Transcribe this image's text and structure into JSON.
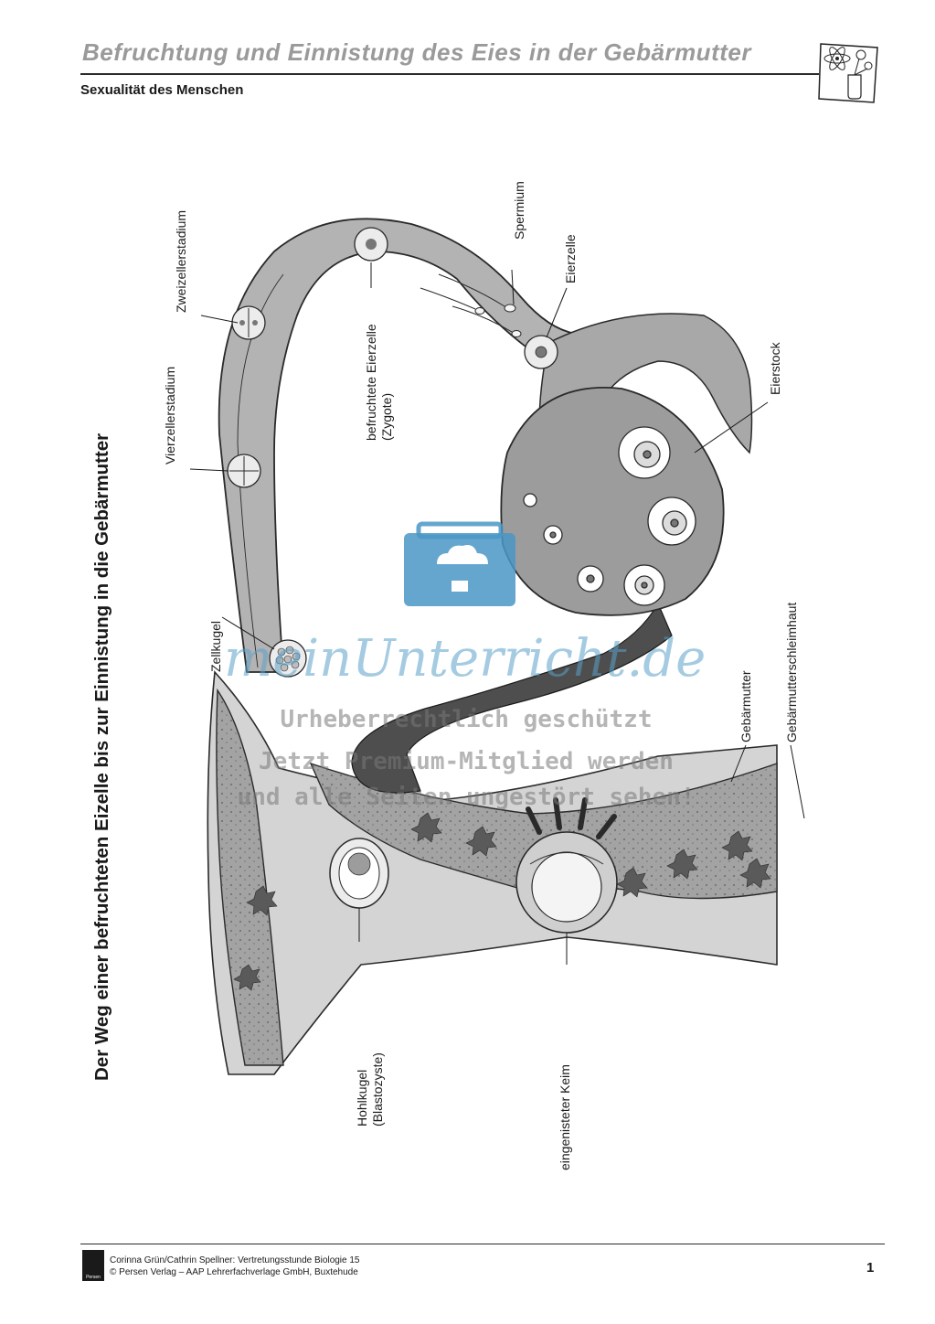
{
  "header": {
    "title": "Befruchtung und Einnistung des Eies in der Gebärmutter",
    "subtitle": "Sexualität des Menschen"
  },
  "figure": {
    "title": "Der Weg einer befruchteten Eizelle bis zur Einnistung in die Gebärmutter",
    "labels": {
      "zweizellerstadium": "Zweizellerstadium",
      "vierzellerstadium": "Vierzellerstadium",
      "zellkugel": "Zellkugel",
      "befruchtete_eizelle_line1": "befruchtete Eierzelle",
      "befruchtete_eizelle_line2": "(Zygote)",
      "spermium": "Spermium",
      "eierzelle": "Eierzelle",
      "eierstock": "Eierstock",
      "gebaermutter": "Gebärmutter",
      "gebaermutterschleimhaut": "Gebärmutterschleimhaut",
      "hohlkugel_line1": "Hohlkugel",
      "hohlkugel_line2": "(Blastozyste)",
      "eingenisteter_keim": "eingenisteter Keim"
    }
  },
  "watermark": {
    "brand": "meinUnterricht.de",
    "line1": "Urheberrechtlich geschützt",
    "line2": "Jetzt Premium-Mitglied werden",
    "line3": "und alle Seiten ungestört sehen!"
  },
  "footer": {
    "publisher_logo": "Persen",
    "line1": "Corinna Grün/Cathrin Spellner: Vertretungsstunde Biologie 15",
    "line2": "© Persen Verlag – AAP Lehrerfachverlage GmbH, Buxtehude",
    "page_number": "1"
  },
  "colors": {
    "tube": "#b3b3b3",
    "tissue": "#9c9c9c",
    "uterus_bg": "#d4d4d4",
    "watermark_blue": "#4a97c6"
  }
}
